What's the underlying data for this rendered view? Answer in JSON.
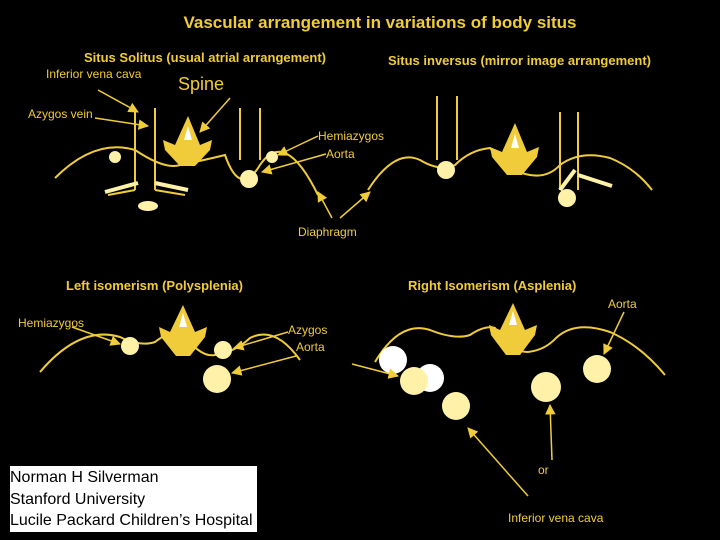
{
  "title": "Vascular arrangement in variations of body situs",
  "panels": {
    "solitus": {
      "heading": "Situs Solitus (usual atrial arrangement)",
      "labels": {
        "ivc": "Inferior vena cava",
        "spine": "Spine",
        "azygos": "Azygos vein",
        "hemiazygos": "Hemiazygos",
        "aorta": "Aorta",
        "diaphragm": "Diaphragm"
      }
    },
    "inversus": {
      "heading": "Situs inversus (mirror image arrangement)"
    },
    "left_isomerism": {
      "heading": "Left isomerism (Polysplenia)",
      "labels": {
        "hemiazygos": "Hemiazygos",
        "azygos": "Azygos",
        "aorta": "Aorta"
      }
    },
    "right_isomerism": {
      "heading": "Right Isomerism (Asplenia)",
      "labels": {
        "aorta": "Aorta",
        "or": "or",
        "ivc": "Inferior vena cava"
      }
    }
  },
  "credit": {
    "line1": "Norman H Silverman",
    "line2": "Stanford University",
    "line3": "Lucile Packard Children’s Hospital"
  },
  "colors": {
    "background": "#000000",
    "line": "#f0cc3a",
    "vessel": "#fff2a8",
    "vessel_white": "#ffffff",
    "credit_bg": "#ffffff",
    "credit_text": "#000000"
  }
}
